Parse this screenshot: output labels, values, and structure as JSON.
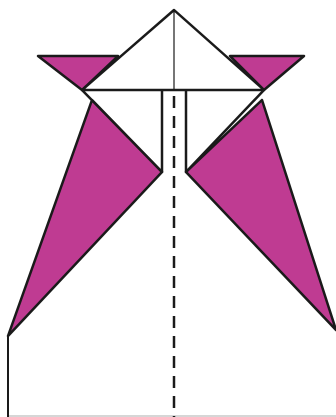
{
  "diagram": {
    "kind": "origami-fold-diagram",
    "colors": {
      "paper_front": "#ffffff",
      "paper_back": "#bf3b92",
      "outline": "#1a1a1a",
      "crease_line": "#1a1a1a"
    },
    "shapes": [
      "top-triangle-flap",
      "left-ear-flap",
      "right-ear-flap",
      "left-side-flap",
      "right-side-flap",
      "center-column",
      "center-fold-dashed-line"
    ]
  }
}
